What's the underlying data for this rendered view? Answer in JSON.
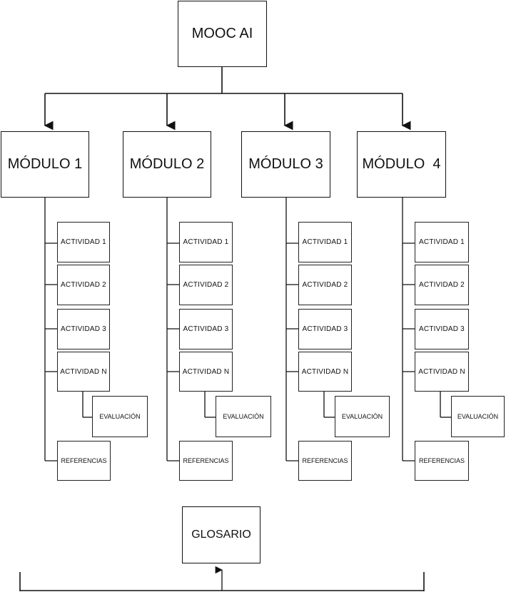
{
  "root": {
    "label": "MOOC AI"
  },
  "modules": [
    {
      "title": "MÓDULO 1",
      "activities": [
        "ACTIVIDAD 1",
        "ACTIVIDAD 2",
        "ACTIVIDAD 3",
        "ACTIVIDAD N"
      ],
      "evaluation": "EVALUACIÓN",
      "references": "REFERENCIAS"
    },
    {
      "title": "MÓDULO 2",
      "activities": [
        "ACTIVIDAD 1",
        "ACTIVIDAD 2",
        "ACTIVIDAD 3",
        "ACTIVIDAD N"
      ],
      "evaluation": "EVALUACIÓN",
      "references": "REFERENCIAS"
    },
    {
      "title": "MÓDULO 3",
      "activities": [
        "ACTIVIDAD 1",
        "ACTIVIDAD 2",
        "ACTIVIDAD 3",
        "ACTIVIDAD N"
      ],
      "evaluation": "EVALUACIÓN",
      "references": "REFERENCIAS"
    },
    {
      "title": "MÓDULO  4",
      "activities": [
        "ACTIVIDAD 1",
        "ACTIVIDAD 2",
        "ACTIVIDAD 3",
        "ACTIVIDAD N"
      ],
      "evaluation": "EVALUACIÓN",
      "references": "REFERENCIAS"
    }
  ],
  "glossary": {
    "label": "GLOSARIO"
  }
}
